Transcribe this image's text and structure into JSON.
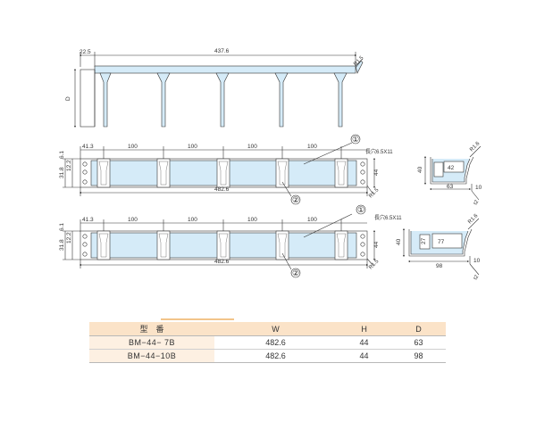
{
  "drawing": {
    "top_view": {
      "dim_offset": "22.5",
      "dim_length": "437.6",
      "dim_depth": "D",
      "dim_angle": "R1.5"
    },
    "front_view_7b": {
      "dim_first": "41.3",
      "dim_pitch": [
        "100",
        "100",
        "100",
        "100"
      ],
      "dim_total": "482.6",
      "dim_h1": "6.1",
      "dim_h2": "31.8",
      "dim_h3": "12.2",
      "dim_height": "44",
      "hole_note": "長穴6.5X11",
      "corner_note": "R1.5",
      "callout_1": "①",
      "callout_2": "②"
    },
    "front_view_10b": {
      "dim_first": "41.3",
      "dim_pitch": [
        "100",
        "100",
        "100",
        "100"
      ],
      "dim_total": "482.6",
      "dim_h1": "6.1",
      "dim_h2": "31.8",
      "dim_h3": "12.2",
      "dim_height": "44",
      "hole_note": "長穴6.5X11",
      "corner_note": "R1.5",
      "callout_1": "①",
      "callout_2": "②"
    },
    "side_view_7b": {
      "dim_height": "40",
      "dim_inner": "42",
      "dim_depth": "63",
      "dim_flange": "10",
      "dim_r": "R1.6",
      "dim_t": "t2"
    },
    "side_view_10b": {
      "dim_height": "40",
      "dim_inner1": "27",
      "dim_inner2": "77",
      "dim_depth": "98",
      "dim_flange": "10",
      "dim_r": "R1.6",
      "dim_t": "t2"
    }
  },
  "spec_table": {
    "headers": [
      "型　番",
      "W",
      "H",
      "D"
    ],
    "rows": [
      {
        "model": "BM−44−  7B",
        "w": "482.6",
        "h": "44",
        "d": "63"
      },
      {
        "model": "BM−44−10B",
        "w": "482.6",
        "h": "44",
        "d": "98"
      }
    ]
  },
  "colors": {
    "panel_fill": "#d5ebf8",
    "header_fill": "#fbe3c8",
    "name_cell_fill": "#fdf0e2",
    "line": "#333333"
  }
}
